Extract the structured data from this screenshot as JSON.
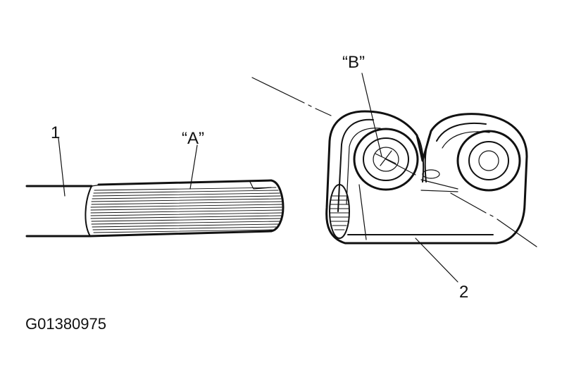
{
  "labels": {
    "part_1": "1",
    "part_2": "2",
    "callout_a": "“A”",
    "callout_b": "“B”"
  },
  "figure_id": "G01380975",
  "colors": {
    "ink": "#111111",
    "background": "#ffffff"
  }
}
